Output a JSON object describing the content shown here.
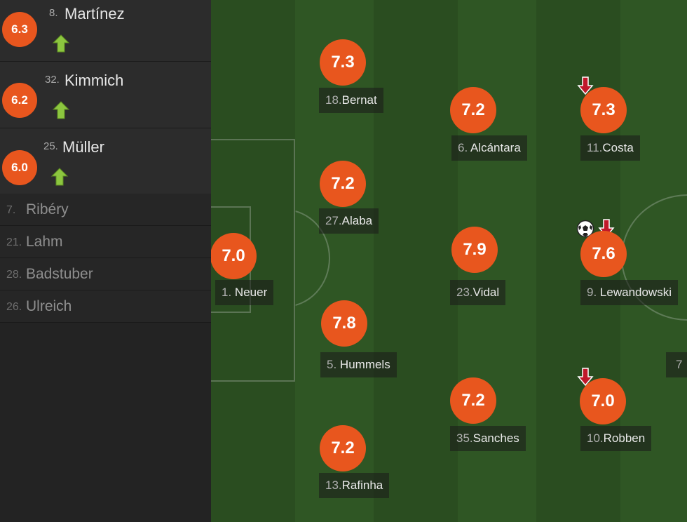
{
  "subs_in": [
    {
      "rating": "6.3",
      "number": "8.",
      "name": "Martínez",
      "icon": "arrow-up-icon"
    },
    {
      "rating": "6.2",
      "number": "32.",
      "name": "Kimmich",
      "icon": "arrow-up-icon"
    },
    {
      "rating": "6.0",
      "number": "25.",
      "name": "Müller",
      "icon": "arrow-up-icon"
    }
  ],
  "bench": [
    {
      "number": "7.",
      "name": "Ribéry"
    },
    {
      "number": "21.",
      "name": "Lahm"
    },
    {
      "number": "28.",
      "name": "Badstuber"
    },
    {
      "number": "26.",
      "name": "Ulreich"
    }
  ],
  "players": [
    {
      "rating": "7.0",
      "number": "1.",
      "name": "Neuer"
    },
    {
      "rating": "7.3",
      "number": "18.",
      "name": "Bernat"
    },
    {
      "rating": "7.2",
      "number": "27.",
      "name": "Alaba"
    },
    {
      "rating": "7.8",
      "number": "5.",
      "name": "Hummels"
    },
    {
      "rating": "7.2",
      "number": "13.",
      "name": "Rafinha"
    },
    {
      "rating": "7.2",
      "number": "6.",
      "name": "Alcántara"
    },
    {
      "rating": "7.9",
      "number": "23.",
      "name": "Vidal"
    },
    {
      "rating": "7.2",
      "number": "35.",
      "name": "Sanches"
    },
    {
      "rating": "7.3",
      "number": "11.",
      "name": "Costa",
      "subbed_off": true
    },
    {
      "rating": "7.6",
      "number": "9.",
      "name": "Lewandowski",
      "subbed_off": true,
      "goal": true
    },
    {
      "rating": "7.0",
      "number": "10.",
      "name": "Robben",
      "subbed_off": true
    }
  ],
  "edge_partial_label": "7",
  "colors": {
    "rating_badge": "#e8561e",
    "sub_in_arrow": "#8cc63f",
    "sub_off_arrow": "#c0182a",
    "pitch_dark": "#2a4d20",
    "pitch_light": "#2f5624",
    "sidebar": "#232323"
  },
  "icons": {
    "goal": "football-icon",
    "sub_off": "arrow-down-icon",
    "sub_in": "arrow-up-icon"
  }
}
